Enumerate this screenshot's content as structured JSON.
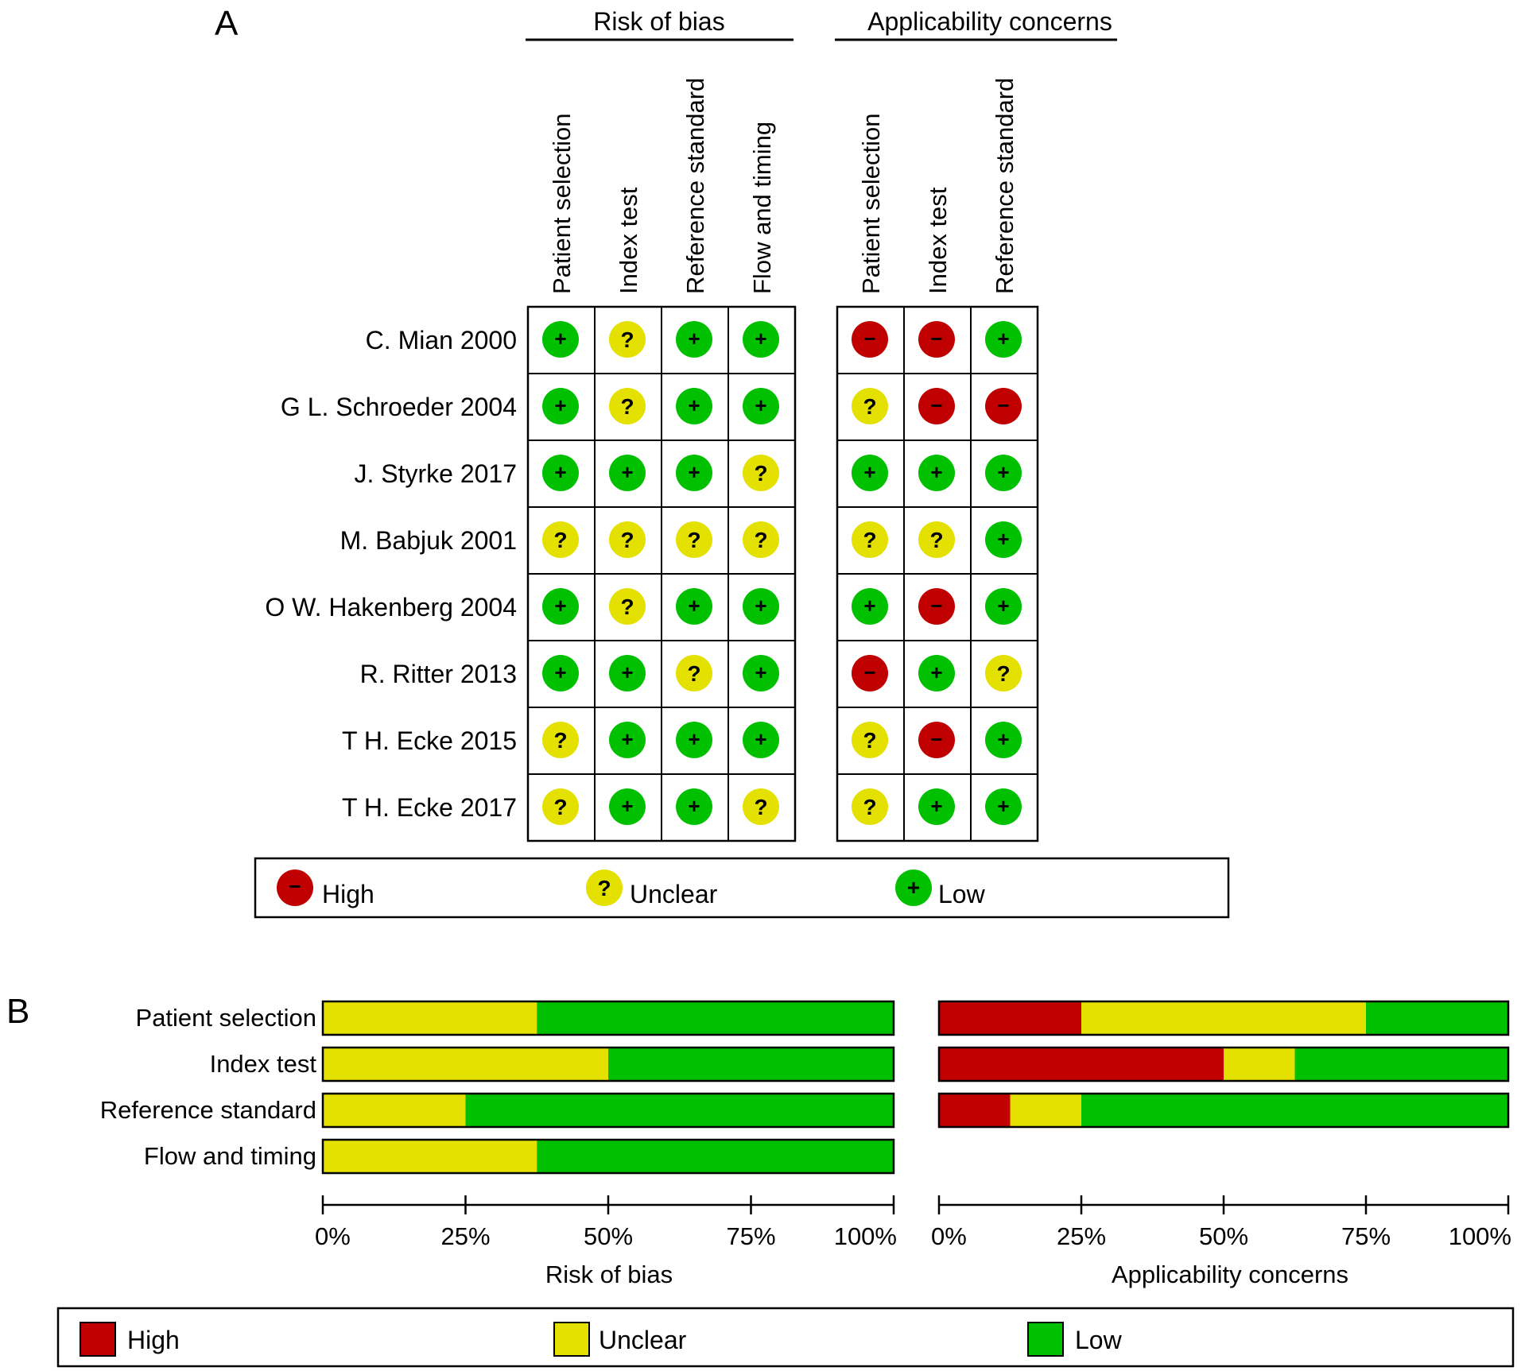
{
  "panel_a": {
    "label": "A",
    "groups": [
      "Risk of bias",
      "Applicability concerns"
    ],
    "rob_columns": [
      "Patient selection",
      "Index test",
      "Reference standard",
      "Flow and timing"
    ],
    "ac_columns": [
      "Patient selection",
      "Index test",
      "Reference standard"
    ]
  },
  "panel_b": {
    "label": "B"
  },
  "legend": {
    "high": "High",
    "unclear": "Unclear",
    "low": "Low"
  },
  "colors": {
    "high": "#c00000",
    "unclear": "#e4e000",
    "low": "#00c000"
  },
  "chart_data": [
    {
      "type": "table",
      "title": "",
      "rows": [
        "C. Mian 2000",
        "G L. Schroeder 2004",
        "J. Styrke 2017",
        "M. Babjuk 2001",
        "O W. Hakenberg 2004",
        "R. Ritter 2013",
        "T H. Ecke 2015",
        "T H. Ecke 2017"
      ],
      "risk_of_bias": [
        [
          "low",
          "unclear",
          "low",
          "low"
        ],
        [
          "low",
          "unclear",
          "low",
          "low"
        ],
        [
          "low",
          "low",
          "low",
          "unclear"
        ],
        [
          "unclear",
          "unclear",
          "unclear",
          "unclear"
        ],
        [
          "low",
          "unclear",
          "low",
          "low"
        ],
        [
          "low",
          "low",
          "unclear",
          "low"
        ],
        [
          "unclear",
          "low",
          "low",
          "low"
        ],
        [
          "unclear",
          "low",
          "low",
          "unclear"
        ]
      ],
      "applicability_concerns": [
        [
          "high",
          "high",
          "low"
        ],
        [
          "unclear",
          "high",
          "high"
        ],
        [
          "low",
          "low",
          "low"
        ],
        [
          "unclear",
          "unclear",
          "low"
        ],
        [
          "low",
          "high",
          "low"
        ],
        [
          "high",
          "low",
          "unclear"
        ],
        [
          "unclear",
          "high",
          "low"
        ],
        [
          "unclear",
          "low",
          "low"
        ]
      ],
      "symbols": {
        "high": "−",
        "unclear": "?",
        "low": "+"
      }
    },
    {
      "type": "bar",
      "stacked": true,
      "orientation": "horizontal",
      "title": "Risk of bias",
      "categories": [
        "Patient selection",
        "Index test",
        "Reference standard",
        "Flow and timing"
      ],
      "series": [
        {
          "name": "High",
          "values": [
            0,
            0,
            0,
            0
          ]
        },
        {
          "name": "Unclear",
          "values": [
            37.5,
            50,
            25,
            37.5
          ]
        },
        {
          "name": "Low",
          "values": [
            62.5,
            50,
            75,
            62.5
          ]
        }
      ],
      "xlabel": "Risk of bias",
      "xlim": [
        0,
        100
      ],
      "xticks": [
        "0%",
        "25%",
        "50%",
        "75%",
        "100%"
      ]
    },
    {
      "type": "bar",
      "stacked": true,
      "orientation": "horizontal",
      "title": "Applicability concerns",
      "categories": [
        "Patient selection",
        "Index test",
        "Reference standard"
      ],
      "series": [
        {
          "name": "High",
          "values": [
            25,
            50,
            12.5
          ]
        },
        {
          "name": "Unclear",
          "values": [
            50,
            12.5,
            12.5
          ]
        },
        {
          "name": "Low",
          "values": [
            25,
            37.5,
            75
          ]
        }
      ],
      "xlabel": "Applicability concerns",
      "xlim": [
        0,
        100
      ],
      "xticks": [
        "0%",
        "25%",
        "50%",
        "75%",
        "100%"
      ]
    }
  ]
}
